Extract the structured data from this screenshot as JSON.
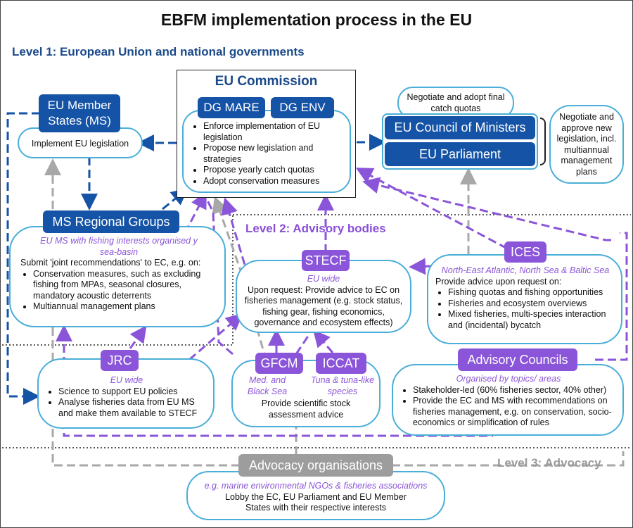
{
  "title": "EBFM implementation process in the EU",
  "levels": {
    "level1": "Level 1: European Union and national governments",
    "level2": "Level 2: Advisory bodies",
    "level3": "Level 3: Advocacy"
  },
  "member_states": {
    "label": "EU Member States (MS)",
    "text": "Implement EU legislation"
  },
  "commission": {
    "label": "EU Commission",
    "dg_mare": "DG MARE",
    "dg_env": "DG ENV",
    "items": [
      "Enforce implementation of EU legislation",
      "Propose new legislation and strategies",
      "Propose yearly catch quotas",
      "Adopt conservation measures"
    ]
  },
  "council": {
    "label": "EU Council of Ministers",
    "note": "Negotiate and adopt final catch quotas"
  },
  "parliament": {
    "label": "EU Parliament"
  },
  "council_parliament_note": "Negotiate and approve new legislation, incl. multiannual management plans",
  "ms_regional": {
    "label": "MS Regional Groups",
    "subtitle": "EU MS with fishing interests organised y sea-basin",
    "intro": "Submit 'joint recommendations' to EC, e.g. on:",
    "items": [
      "Conservation measures, such as excluding fishing from MPAs,  seasonal closures, mandatory acoustic deterrents",
      "Multiannual management plans"
    ]
  },
  "stecf": {
    "label": "STECF",
    "subtitle": "EU wide",
    "text": "Upon request: Provide advice to EC on fisheries management (e.g. stock status, fishing gear, fishing economics, governance and ecosystem effects)"
  },
  "ices": {
    "label": "ICES",
    "subtitle": "North-East Atlantic, North Sea & Baltic Sea",
    "intro": "Provide advice upon request on:",
    "items": [
      "Fishing quotas and fishing opportunities",
      "Fisheries and ecosystem overviews",
      "Mixed fisheries, multi-species interaction and (incidental) bycatch"
    ]
  },
  "jrc": {
    "label": "JRC",
    "subtitle": "EU wide",
    "items": [
      "Science to support EU policies",
      "Analyse fisheries data from EU MS and make them available to STECF"
    ]
  },
  "gfcm": {
    "label": "GFCM",
    "subtitle": "Med. and Black Sea"
  },
  "iccat": {
    "label": "ICCAT",
    "subtitle": "Tuna & tuna-like species"
  },
  "gfcm_iccat_text": "Provide scientific stock assessment advice",
  "advisory_councils": {
    "label": "Advisory Councils",
    "subtitle": "Organised by topics/ areas",
    "items": [
      "Stakeholder-led (60%  fisheries sector, 40% other)",
      "Provide the EC and MS with recommendations on fisheries management, e.g. on conservation, socio-economics or simplification of rules"
    ]
  },
  "advocacy": {
    "label": "Advocacy organisations",
    "subtitle": "e.g. marine environmental NGOs & fisheries associations",
    "text": "Lobby the EC, EU Parliament and EU Member States with their respective interests"
  },
  "colors": {
    "eu_blue": "#1553a6",
    "heading_blue": "#1b4a8a",
    "advisory_purple": "#8b55d9",
    "advocacy_grey": "#9d9d9d",
    "outline_cyan": "#4aaed8"
  }
}
